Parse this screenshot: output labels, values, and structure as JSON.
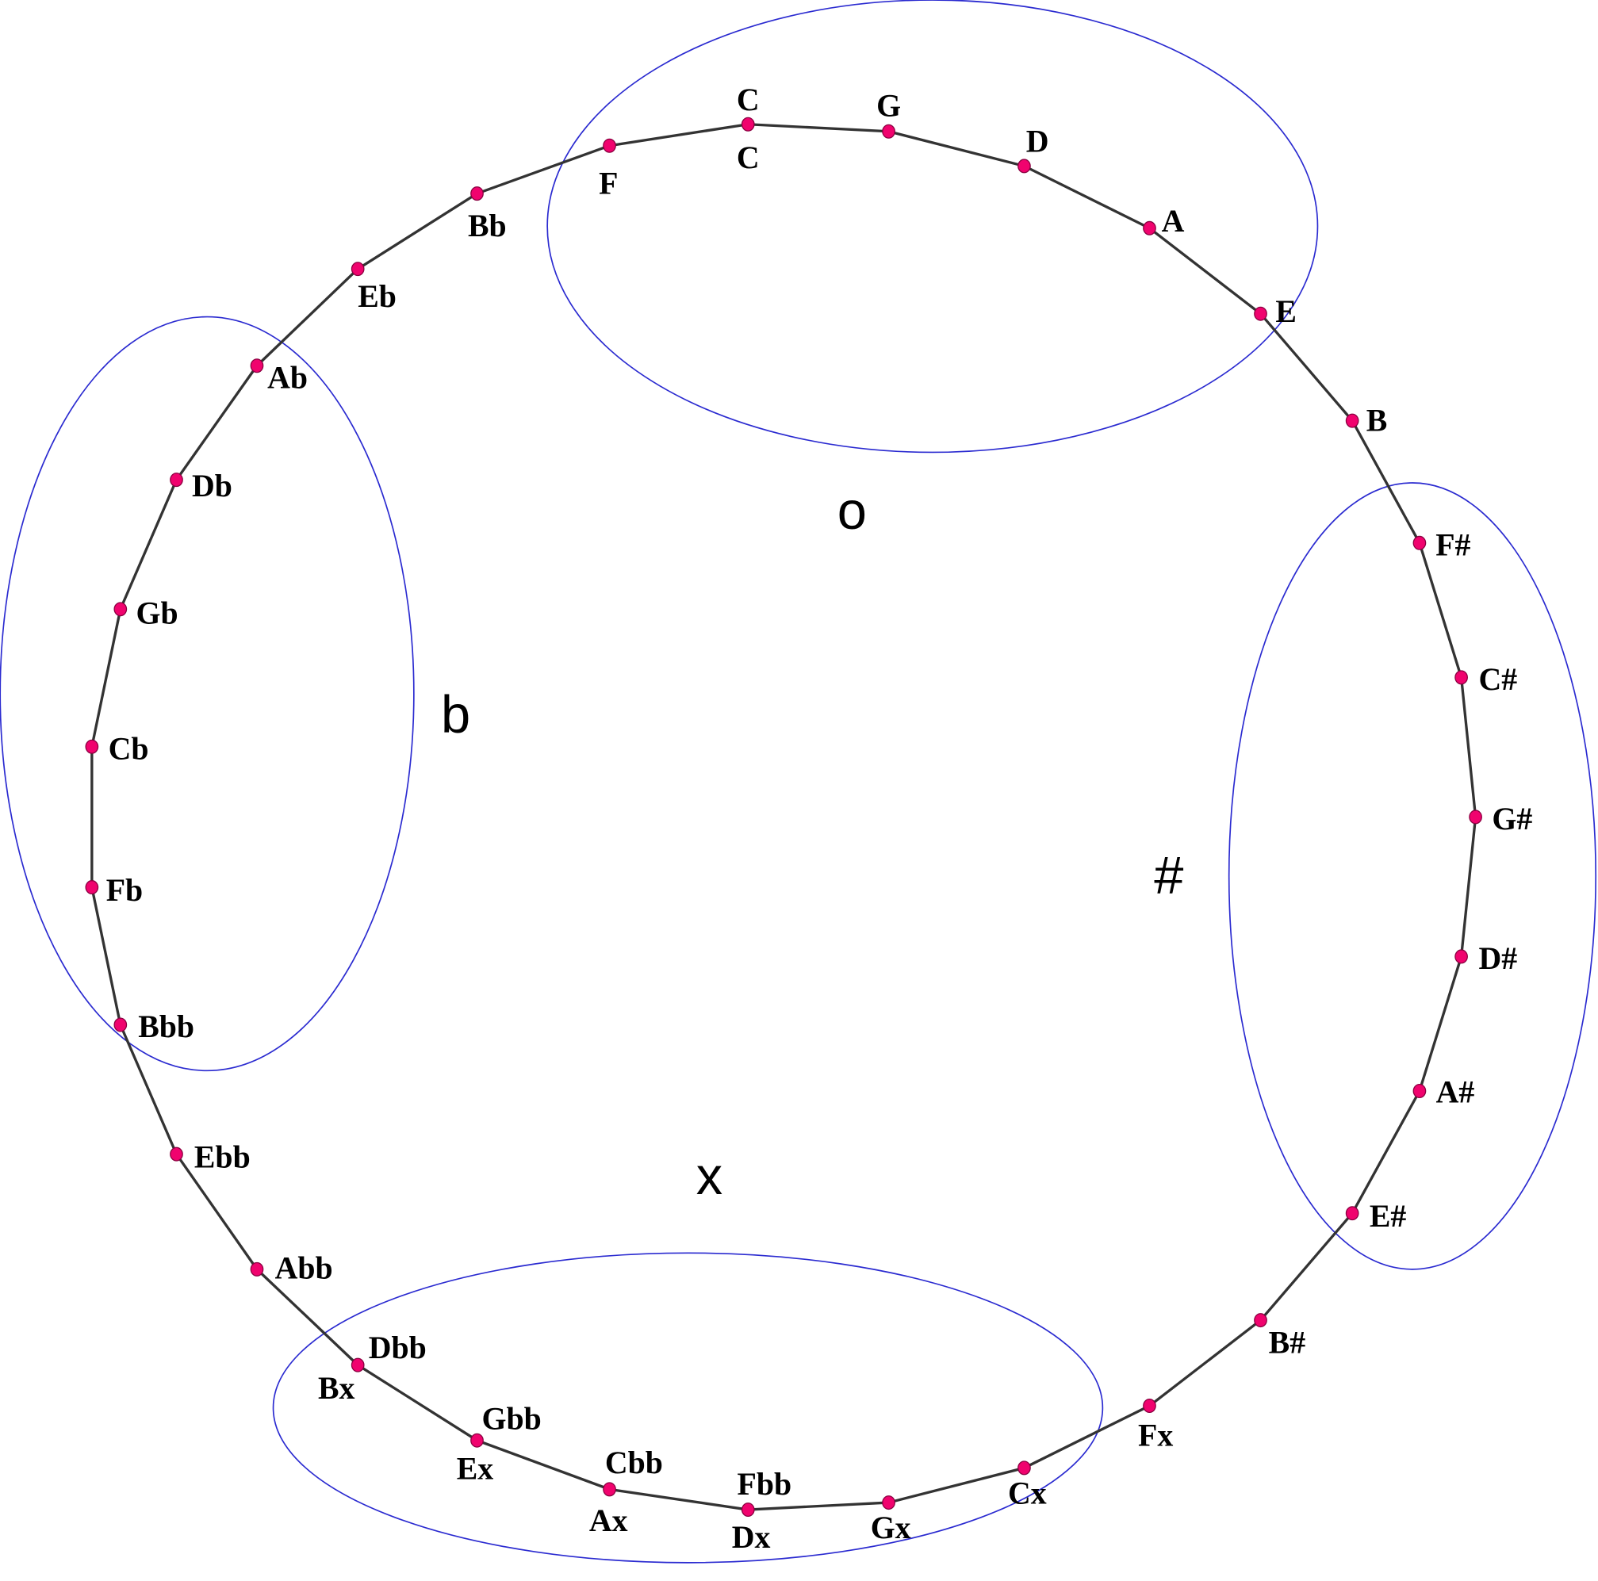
{
  "diagram": {
    "title": "Circle of fifths spiral with enharmonic groups",
    "region_labels": {
      "natural": "o",
      "flat": "b",
      "sharp": "#",
      "double_sharp": "x"
    },
    "nodes": [
      {
        "labels": [
          "F"
        ]
      },
      {
        "labels": [
          "C",
          "C"
        ]
      },
      {
        "labels": [
          "G"
        ]
      },
      {
        "labels": [
          "D"
        ]
      },
      {
        "labels": [
          "A"
        ]
      },
      {
        "labels": [
          "E"
        ]
      },
      {
        "labels": [
          "B"
        ]
      },
      {
        "labels": [
          "F#"
        ]
      },
      {
        "labels": [
          "C#"
        ]
      },
      {
        "labels": [
          "G#"
        ]
      },
      {
        "labels": [
          "D#"
        ]
      },
      {
        "labels": [
          "A#"
        ]
      },
      {
        "labels": [
          "E#"
        ]
      },
      {
        "labels": [
          "B#"
        ]
      },
      {
        "labels": [
          "Fx"
        ]
      },
      {
        "labels": [
          "Cx"
        ]
      },
      {
        "labels": [
          "Gx"
        ]
      },
      {
        "labels": [
          "Fbb",
          "Dx"
        ]
      },
      {
        "labels": [
          "Cbb",
          "Ax"
        ]
      },
      {
        "labels": [
          "Gbb",
          "Ex"
        ]
      },
      {
        "labels": [
          "Dbb",
          "Bx"
        ]
      },
      {
        "labels": [
          "Abb"
        ]
      },
      {
        "labels": [
          "Ebb"
        ]
      },
      {
        "labels": [
          "Bbb"
        ]
      },
      {
        "labels": [
          "Fb"
        ]
      },
      {
        "labels": [
          "Cb"
        ]
      },
      {
        "labels": [
          "Gb"
        ]
      },
      {
        "labels": [
          "Db"
        ]
      },
      {
        "labels": [
          "Ab"
        ]
      },
      {
        "labels": [
          "Eb"
        ]
      },
      {
        "labels": [
          "Bb"
        ]
      }
    ],
    "colors": {
      "node": "#f0036e",
      "edge": "#333333",
      "ellipse": "#2a2ad0"
    }
  }
}
